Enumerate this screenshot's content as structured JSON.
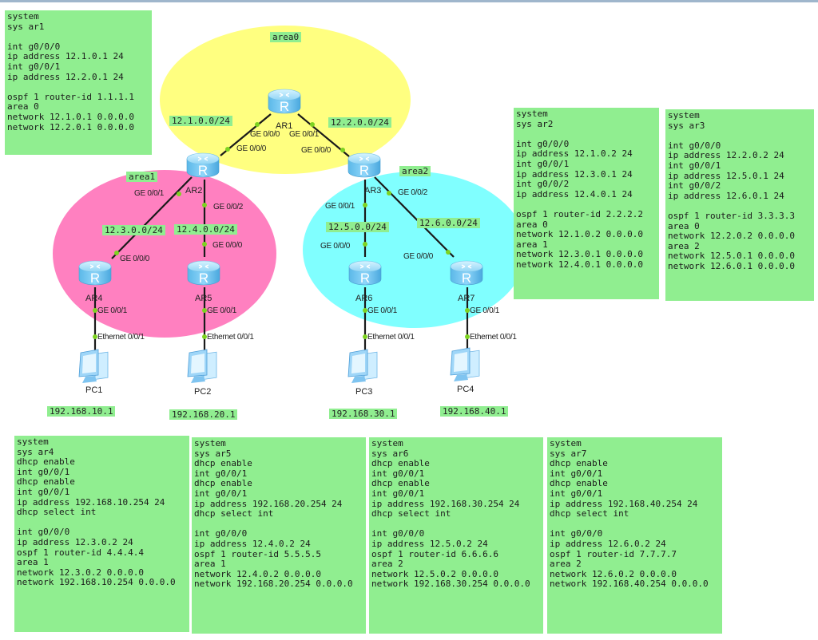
{
  "colors": {
    "area0": "#ffff80",
    "area1": "#ff80c0",
    "area2": "#80ffff",
    "note_bg": "#90ee90",
    "link": "#1a1a1a",
    "port_dot": "#7ed321"
  },
  "areas": {
    "area0": "area0",
    "area1": "area1",
    "area2": "area2"
  },
  "routers": {
    "ar1": "AR1",
    "ar2": "AR2",
    "ar3": "AR3",
    "ar4": "AR4",
    "ar5": "AR5",
    "ar6": "AR6",
    "ar7": "AR7"
  },
  "pcs": {
    "pc1": "PC1",
    "pc2": "PC2",
    "pc3": "PC3",
    "pc4": "PC4"
  },
  "networks": {
    "n12_1": "12.1.0.0/24",
    "n12_2": "12.2.0.0/24",
    "n12_3": "12.3.0.0/24",
    "n12_4": "12.4.0.0/24",
    "n12_5": "12.5.0.0/24",
    "n12_6": "12.6.0.0/24"
  },
  "pc_ips": {
    "pc1": "192.168.10.1",
    "pc2": "192.168.20.1",
    "pc3": "192.168.30.1",
    "pc4": "192.168.40.1"
  },
  "ports": {
    "ar1_g0": "GE 0/0/0",
    "ar1_g1": "GE 0/0/1",
    "ar2_g0": "GE 0/0/0",
    "ar2_g1": "GE 0/0/1",
    "ar2_g2": "GE 0/0/2",
    "ar3_g0": "GE 0/0/0",
    "ar3_g1": "GE 0/0/1",
    "ar3_g2": "GE 0/0/2",
    "ar4_g0": "GE 0/0/0",
    "ar4_g1": "GE 0/0/1",
    "ar5_g0": "GE 0/0/0",
    "ar5_g1": "GE 0/0/1",
    "ar6_g0": "GE 0/0/0",
    "ar6_g1": "GE 0/0/1",
    "ar7_g0": "GE 0/0/0",
    "ar7_g1": "GE 0/0/1",
    "pc1_e": "Ethernet 0/0/1",
    "pc2_e": "Ethernet 0/0/1",
    "pc3_e": "Ethernet 0/0/1",
    "pc4_e": "Ethernet 0/0/1"
  },
  "configs": {
    "ar1": [
      "system",
      "sys ar1",
      "",
      "int g0/0/0",
      "ip address 12.1.0.1 24",
      "int g0/0/1",
      "ip address 12.2.0.1 24",
      "",
      "ospf 1 router-id 1.1.1.1",
      "area 0",
      "network 12.1.0.1 0.0.0.0",
      "network 12.2.0.1 0.0.0.0"
    ],
    "ar2": [
      "system",
      "sys ar2",
      "",
      "int g0/0/0",
      "ip address 12.1.0.2 24",
      "int g0/0/1",
      "ip address 12.3.0.1 24",
      "int g0/0/2",
      "ip address 12.4.0.1 24",
      "",
      "ospf 1 router-id 2.2.2.2",
      "area 0",
      "network 12.1.0.2 0.0.0.0",
      "area 1",
      "network 12.3.0.1 0.0.0.0",
      "network 12.4.0.1 0.0.0.0"
    ],
    "ar3": [
      "system",
      "sys ar3",
      "",
      "int g0/0/0",
      "ip address 12.2.0.2 24",
      "int g0/0/1",
      "ip address 12.5.0.1 24",
      "int g0/0/2",
      "ip address 12.6.0.1 24",
      "",
      "ospf 1 router-id 3.3.3.3",
      "area 0",
      "network 12.2.0.2 0.0.0.0",
      "area 2",
      "network 12.5.0.1 0.0.0.0",
      "network 12.6.0.1 0.0.0.0"
    ],
    "ar4": [
      "system",
      "sys ar4",
      "dhcp enable",
      "int g0/0/1",
      "dhcp enable",
      "int g0/0/1",
      "ip address 192.168.10.254 24",
      "dhcp select int",
      "",
      "int g0/0/0",
      "ip address 12.3.0.2 24",
      "ospf 1 router-id 4.4.4.4",
      "area 1",
      "network 12.3.0.2 0.0.0.0",
      "network 192.168.10.254 0.0.0.0"
    ],
    "ar5": [
      "system",
      "sys ar5",
      "dhcp enable",
      "int g0/0/1",
      "dhcp enable",
      "int g0/0/1",
      "ip address 192.168.20.254 24",
      "dhcp select int",
      "",
      "int g0/0/0",
      "ip address 12.4.0.2 24",
      "ospf 1 router-id 5.5.5.5",
      "area 1",
      "network 12.4.0.2 0.0.0.0",
      "network 192.168.20.254 0.0.0.0"
    ],
    "ar6": [
      "system",
      "sys ar6",
      "dhcp enable",
      "int g0/0/1",
      "dhcp enable",
      "int g0/0/1",
      "ip address 192.168.30.254 24",
      "dhcp select int",
      "",
      "int g0/0/0",
      "ip address 12.5.0.2 24",
      "ospf 1 router-id 6.6.6.6",
      "area 2",
      "network 12.5.0.2 0.0.0.0",
      "network 192.168.30.254 0.0.0.0"
    ],
    "ar7": [
      "system",
      "sys ar7",
      "dhcp enable",
      "int g0/0/1",
      "dhcp enable",
      "int g0/0/1",
      "ip address 192.168.40.254 24",
      "dhcp select int",
      "",
      "int g0/0/0",
      "ip address 12.6.0.2 24",
      "ospf 1 router-id 7.7.7.7",
      "area 2",
      "network 12.6.0.2 0.0.0.0",
      "network 192.168.40.254 0.0.0.0"
    ]
  },
  "config_overlap_fragments": {
    "ar4": "sys ar4",
    "ar5": "sys ar5",
    "ar6": "sys ar6",
    "ar7": "sys ar7"
  }
}
